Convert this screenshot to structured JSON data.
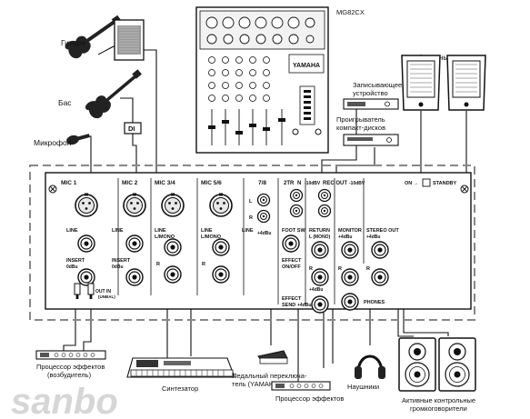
{
  "devices": {
    "model": "MG82CX",
    "guitar": "Гитара",
    "bass": "Бас",
    "microphone": "Микрофон",
    "di": "DI",
    "recorder_line1": "Записывающее",
    "recorder_line2": "устройство",
    "cd_line1": "Проигрыватель",
    "cd_line2": "компакт-дисков",
    "active_speakers": "Активные",
    "fx_exciter_line1": "Процессор эффектов",
    "fx_exciter_line2": "(возбудитель)",
    "synth": "Синтезатор",
    "footswitch_line1": "Педальный переключа-",
    "footswitch_line2": "тель (YAMAHA FC5)",
    "fx_processor": "Процессор эффектов",
    "headphones": "Наушники",
    "monitors_line1": "Активные контрольные",
    "monitors_line2": "громкоговорители",
    "yamaha": "YAMAHA",
    "watermark": "sanbo"
  },
  "panel": {
    "ch1": "MIC    1",
    "ch2": "MIC    2",
    "ch34": "MIC    3/4",
    "ch56": "MIC    5/6",
    "ch78": "7/8",
    "twotr": "2TR",
    "n_label": "N",
    "in_10dbv": "-10dBV",
    "rec_out": "REC OUT",
    "rec_10dbv": "-10dBV",
    "line": "LINE",
    "line_mono": "L/MONO",
    "insert": "INSERT",
    "insert_level": "0dBu",
    "r": "R",
    "l": "L",
    "foot_sw": "FOOT SW",
    "return": "RETURN",
    "return_mono": "L (MONO)",
    "monitor": "MONITOR",
    "monitor_level": "+4dBu",
    "stereo_out": "STEREO  OUT",
    "stereo_level": "+4dBu",
    "effect_on_off_1": "EFFECT",
    "effect_on_off_2": "ON/OFF",
    "effect_send_1": "EFFECT",
    "effect_send_2": "SEND",
    "effect_send_level": "+4dBu",
    "send_level": "+4dBu",
    "phones": "PHONES",
    "out_in": "OUT   IN",
    "out_in_note": "(UNBAL)",
    "power_on": "ON →",
    "standby": "STANDBY",
    "ch78_level": "+4dBu"
  }
}
